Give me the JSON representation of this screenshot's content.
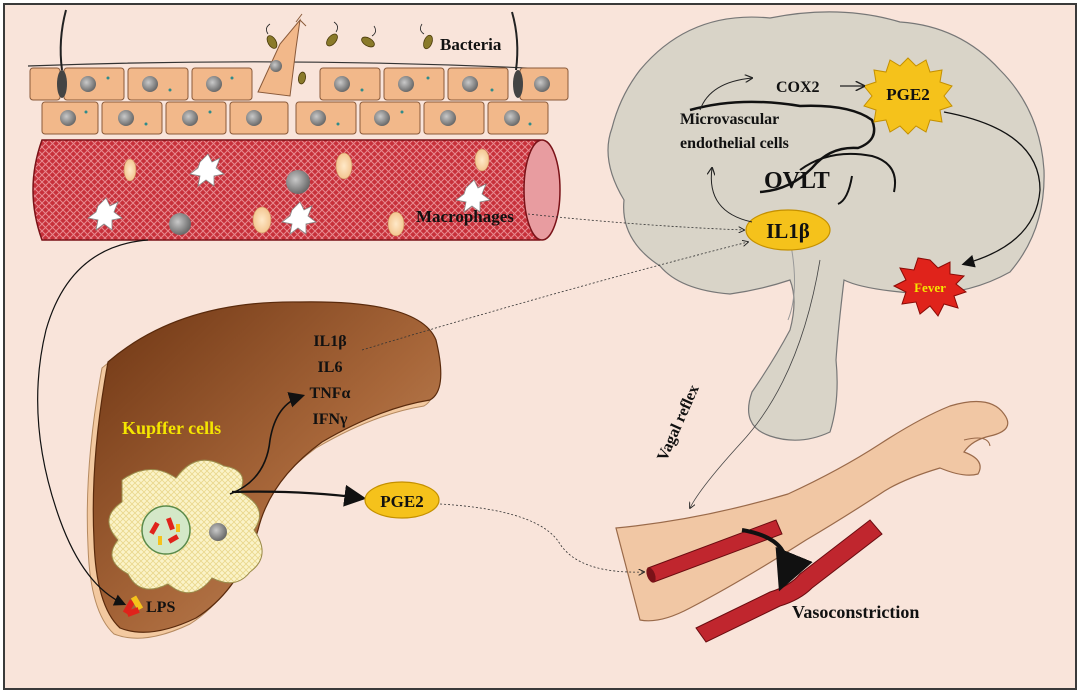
{
  "labels": {
    "bacteria": "Bacteria",
    "macrophages": "Macrophages",
    "kupffer_cells": "Kupffer cells",
    "lps": "LPS",
    "cytokines": [
      "IL1β",
      "IL6",
      "TNFα",
      "IFNγ"
    ],
    "pge2_liver": "PGE2",
    "pge2_brain": "PGE2",
    "cox2": "COX2",
    "microvascular": [
      "Microvascular",
      "endothelial cells"
    ],
    "ovlt": "OVLT",
    "il1b_brain": "IL1β",
    "fever": "Fever",
    "vagal_reflex": "Vagal reflex",
    "vasoconstriction": "Vasoconstriction"
  },
  "colors": {
    "background": "#f9e4da",
    "border": "#3a3a3a",
    "brain": "#d9d4c8",
    "liver": "#9c5a2c",
    "vessel": "#c0262e",
    "epithelium": "#f2b88a",
    "badge_yellow": "#f5c21b",
    "kupffer_label": "#f5e600",
    "fever_burst": "#e0231b",
    "skin": "#f1c7a4"
  }
}
